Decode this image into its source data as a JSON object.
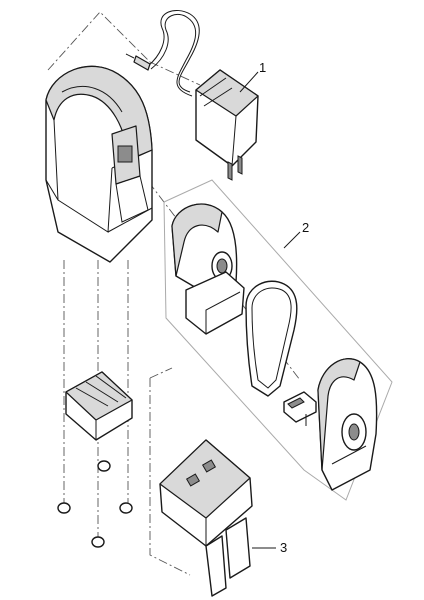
{
  "callouts": {
    "part_1": "1",
    "part_2": "2",
    "part_3": "3"
  },
  "colors": {
    "line": "#1a1a1a",
    "shade": "#d9d9d9",
    "background": "#ffffff"
  }
}
